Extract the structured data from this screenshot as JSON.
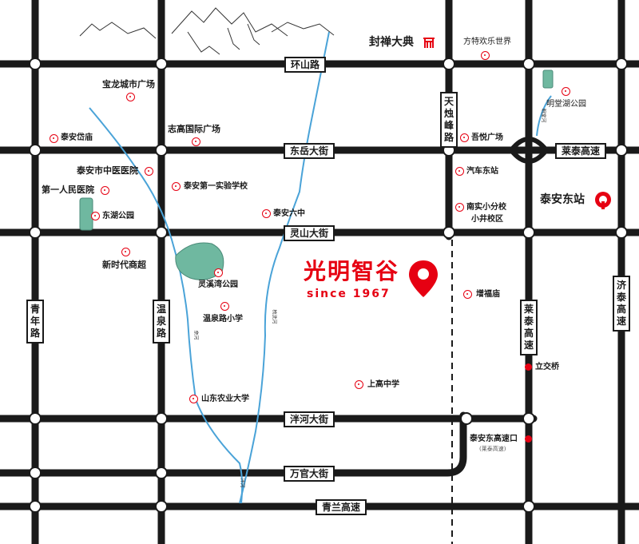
{
  "roads": {
    "huanshan": "环山路",
    "dongyue": "东岳大街",
    "lingshan": "灵山大街",
    "panhe": "泮河大街",
    "wanguan": "万官大街",
    "qinglan": "青兰高速",
    "laitai_h": "莱泰高速",
    "tianzhufeng": "天烛峰路",
    "qingnian": "青年路",
    "wenquan": "温泉路",
    "laitai_v": "莱泰高速",
    "jitai": "济泰高速"
  },
  "pois": {
    "baolong": "宝龙城市广场",
    "daimiao": "泰安岱庙",
    "zhigao": "志高国际广场",
    "zhongyi": "泰安市中医医院",
    "renmin": "第一人民医院",
    "donghu": "东湖公园",
    "shiyan": "泰安第一实验学校",
    "taianliuzhong": "泰安六中",
    "xinshidai": "新时代商超",
    "lingxiwan": "灵溪湾公园",
    "wenquanlu_xx": "温泉路小学",
    "nongye": "山东农业大学",
    "shanggao": "上高中学",
    "fangte": "方特欢乐世界",
    "mingtang": "明堂湖公园",
    "wuyue": "吾悦广场",
    "qichezhan": "汽车东站",
    "nanshi1": "南实小分校",
    "nanshi2": "小井校区",
    "zengfu": "增福庙",
    "lijiaoqiao": "立交桥",
    "gaosukou": "泰安东高速口",
    "gaosukou_sub": "(莱泰高速)"
  },
  "highlights": {
    "fengshan": "封禅大典",
    "eaststation": "泰安东站"
  },
  "brand": {
    "name": "光明智谷",
    "since": "since 1967"
  },
  "rivers": {
    "r1": "奈河",
    "r2": "梳洗河",
    "r3": "明堂河",
    "r4": "泮河"
  },
  "colors": {
    "road": "#1a1a1a",
    "river": "#4aa3d8",
    "brand": "#e60012",
    "park": "#6fb8a0"
  }
}
